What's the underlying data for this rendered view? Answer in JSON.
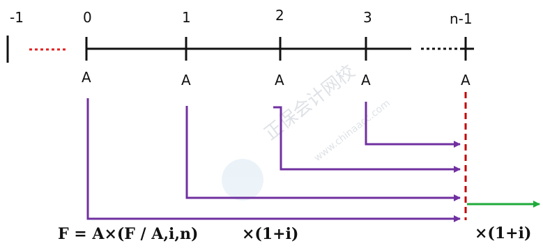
{
  "diagram": {
    "periods": [
      {
        "key": "m1",
        "label": "-1"
      },
      {
        "key": "p0",
        "label": "0"
      },
      {
        "key": "p1",
        "label": "1"
      },
      {
        "key": "p2",
        "label": "2"
      },
      {
        "key": "p3",
        "label": "3"
      },
      {
        "key": "pn1",
        "label": "n-1"
      }
    ],
    "payment_label": "A",
    "formula": {
      "lhs": "F = A×(F / A,i,n)",
      "factor": "×(1+i)"
    },
    "extra_factor": "×(1+i)",
    "watermark": {
      "text": "正保会计网校",
      "url": "www.chinaacc.com"
    },
    "colors": {
      "axis": "#111111",
      "dots_left": "#e02020",
      "dashed_vertical": "#c00000",
      "compounding_arrows": "#7030a0",
      "extension_arrow": "#1faa3a",
      "watermark": "#d7dbe0"
    }
  }
}
